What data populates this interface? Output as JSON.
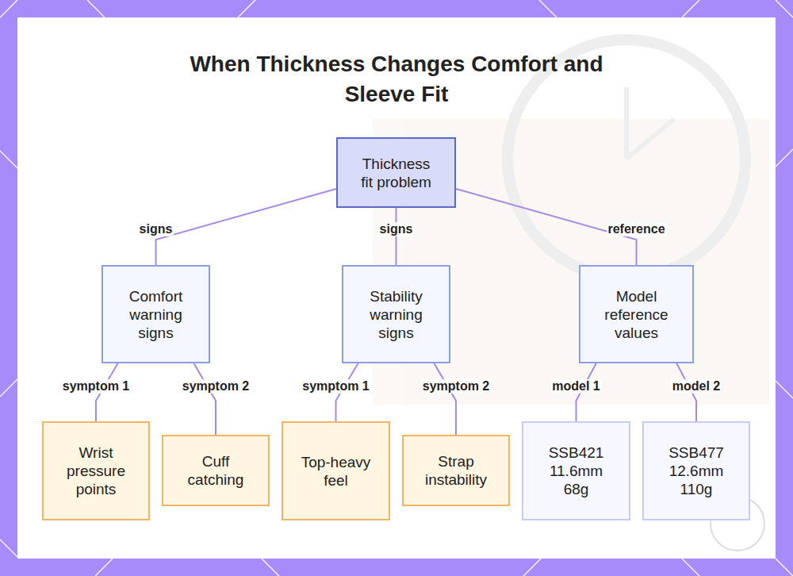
{
  "diagram": {
    "title": "When Thickness Changes Comfort and Sleeve Fit",
    "nodes": [
      {
        "text": [
          "Thickness fit problem"
        ]
      },
      {
        "text": [
          "Comfort warning signs"
        ]
      },
      {
        "text": [
          "Stability warning signs"
        ]
      },
      {
        "text": [
          "Model reference values"
        ]
      },
      {
        "text": [
          "Wrist pressure points"
        ]
      },
      {
        "text": [
          "Cuff catching"
        ]
      },
      {
        "text": [
          "Top-heavy feel"
        ]
      },
      {
        "text": [
          "Strap instability"
        ]
      },
      {
        "text": [
          "SSB421 11.6mm 68g"
        ]
      },
      {
        "text": [
          "SSB477 12.6mm 110g"
        ]
      }
    ],
    "edges": [
      {
        "from": 0,
        "to": 1,
        "label": "signs",
        "arrow": "none"
      },
      {
        "from": 0,
        "to": 2,
        "label": "signs",
        "arrow": "none"
      },
      {
        "from": 0,
        "to": 3,
        "label": "reference",
        "arrow": "none"
      },
      {
        "from": 1,
        "to": 4,
        "label": "symptom 1",
        "arrow": "none"
      },
      {
        "from": 1,
        "to": 5,
        "label": "symptom 2",
        "arrow": "none"
      },
      {
        "from": 2,
        "to": 6,
        "label": "symptom 1",
        "arrow": "none"
      },
      {
        "from": 2,
        "to": 7,
        "label": "symptom 2",
        "arrow": "none"
      },
      {
        "from": 3,
        "to": 8,
        "label": "model 1",
        "arrow": "none"
      },
      {
        "from": 3,
        "to": 9,
        "label": "model 2",
        "arrow": "none"
      }
    ]
  }
}
